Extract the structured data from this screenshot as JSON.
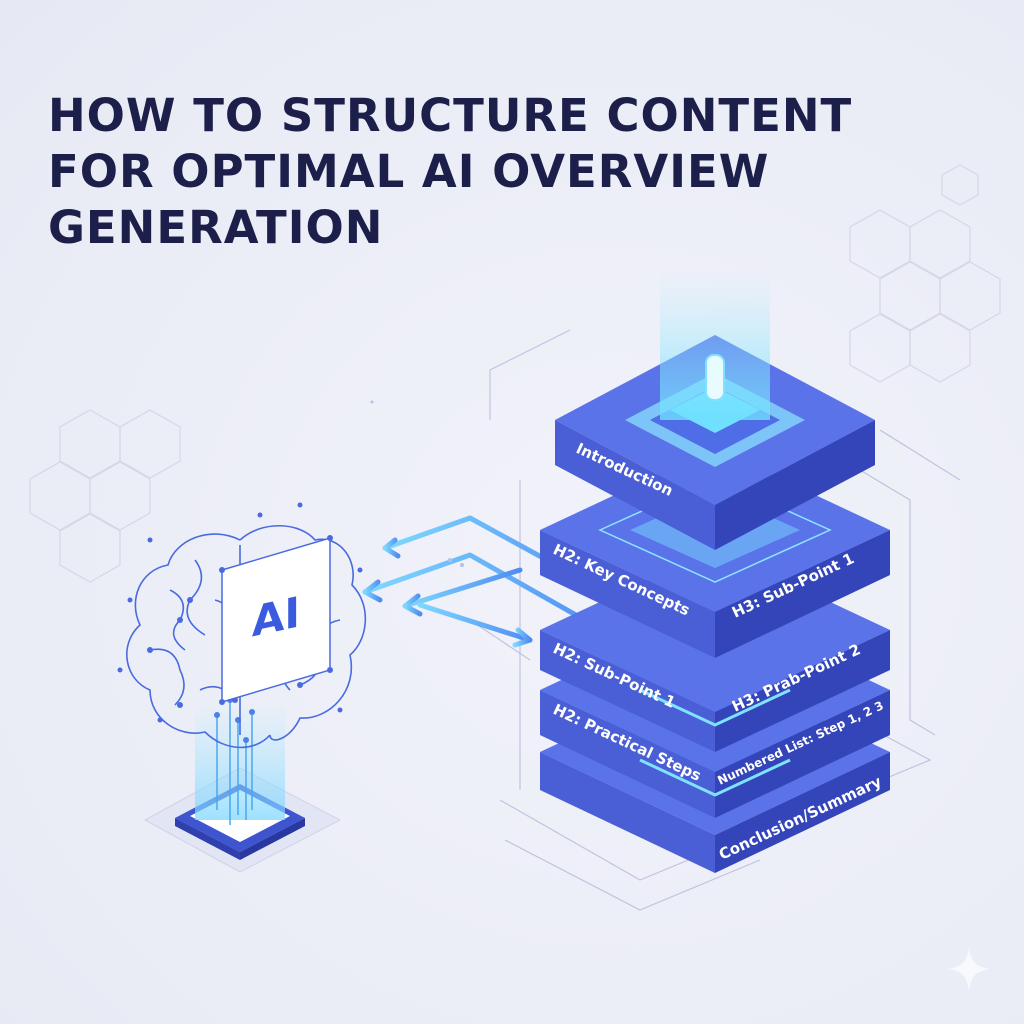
{
  "title": {
    "lines": [
      "HOW TO STRUCTURE CONTENT",
      "FOR OPTIMAL AI OVERVIEW",
      "GENERATION"
    ]
  },
  "ai_module": {
    "chip_label": "AI",
    "icons": [
      "brain-circuit-icon",
      "ai-chip-icon",
      "base-platform-icon"
    ]
  },
  "content_stack": {
    "layers": [
      {
        "left": "Introduction",
        "right": ""
      },
      {
        "left": "H2: Key Concepts",
        "right": "H3: Sub-Point 1"
      },
      {
        "left": "H2: Sub-Point 1",
        "right": "H3: Prab-Point 2"
      },
      {
        "left": "H2: Practical Steps",
        "right": "Numbered List: Step 1, 2 3"
      },
      {
        "left": "",
        "right": "Conclusion/Summary"
      }
    ]
  },
  "decorations": {
    "icons": [
      "hexagon-grid-icon",
      "double-arrow-icon",
      "sparkle-icon"
    ]
  },
  "colors": {
    "title": "#1c1f4a",
    "layer_top": "#5b73e8",
    "layer_left": "#4a5fd6",
    "layer_right": "#3345b8",
    "glow": "#7fe3ff",
    "brain_line": "#4a6ae0",
    "background": "#eceef7"
  }
}
